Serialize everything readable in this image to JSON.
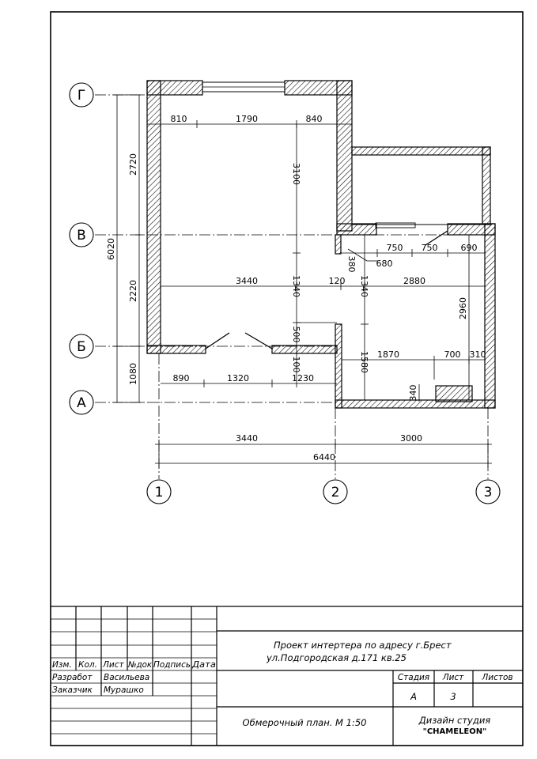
{
  "plan": {
    "axes": {
      "rows": [
        "Г",
        "В",
        "Б",
        "А"
      ],
      "cols": [
        "1",
        "2",
        "3"
      ]
    },
    "dims": {
      "top_810": "810",
      "top_1790": "1790",
      "top_840": "840",
      "left_2720": "2720",
      "left_6020": "6020",
      "left_2220": "2220",
      "left_1080": "1080",
      "v_3100": "3100",
      "v_1340a": "1340",
      "v_1340b": "1340",
      "v_500": "500",
      "v_1580": "1580",
      "v_2960": "2960",
      "v_100": "100",
      "v_380": "380",
      "v_340": "340",
      "h_3440": "3440",
      "h_120": "120",
      "h_2880": "2880",
      "h_750a": "750",
      "h_750b": "750",
      "h_690": "690",
      "h_680": "680",
      "h_1870": "1870",
      "h_700": "700",
      "h_310": "310",
      "b_890": "890",
      "b_1320": "1320",
      "b_1230": "1230",
      "o_3440": "3440",
      "o_3000": "3000",
      "o_6440": "6440"
    }
  },
  "title_block": {
    "headers": {
      "izm": "Изм.",
      "kol": "Кол.",
      "list": "Лист",
      "ndoc": "№док",
      "podpis": "Подпись",
      "data": "Дата"
    },
    "roles": {
      "razrab_label": "Разработ",
      "razrab_name": "Васильева",
      "zakaz_label": "Заказчик",
      "zakaz_name": "Мурашко"
    },
    "project_line1": "Проект интертера по адресу г.Брест",
    "project_line2": "ул.Подгородская д.171 кв.25",
    "stadia_label": "Стадия",
    "list_label": "Лист",
    "listov_label": "Листов",
    "stadia_value": "А",
    "list_value": "3",
    "sheet_title": "Обмерочный план. М 1:50",
    "studio_line1": "Дизайн студия",
    "studio_line2": "\"CHAMELEON\""
  }
}
